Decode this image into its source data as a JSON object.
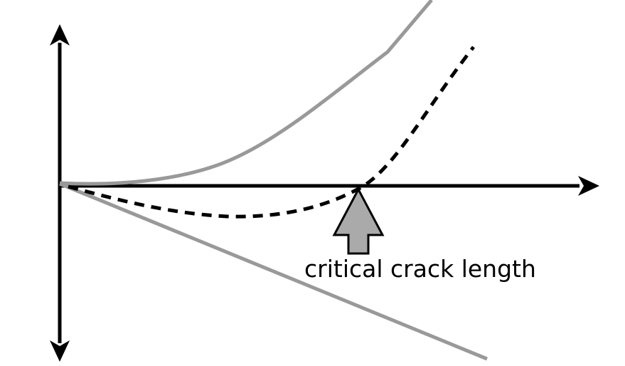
{
  "annotation": {
    "label": "critical crack length"
  },
  "colors": {
    "axes": "#000000",
    "surface_energy_curve": "#999999",
    "strain_energy_line": "#999999",
    "total_energy_curve": "#000000",
    "arrow_fill": "#aaaaaa",
    "arrow_stroke": "#000000"
  },
  "curves": {
    "upper": "gray solid curve rising",
    "lower": "gray solid line falling",
    "total": "black dashed curve with minimum then rise"
  }
}
